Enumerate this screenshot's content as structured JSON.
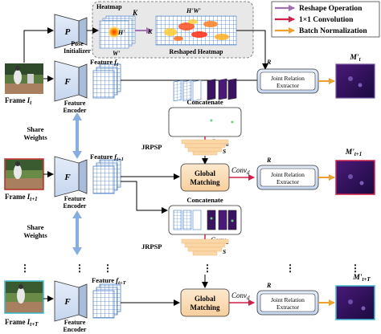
{
  "legend": {
    "items": [
      {
        "label": "Reshape Operation",
        "color": "#a070b0"
      },
      {
        "label": "1×1 Convolution",
        "color": "#d0204a"
      },
      {
        "label": "Batch Normalization",
        "color": "#f0a030"
      }
    ]
  },
  "heatmap": {
    "title": "Heatmap",
    "k_label": "K",
    "h_label": "H'",
    "w_label": "W'",
    "hw_label": "H'W'",
    "k_side_label": "K",
    "caption": "Reshaped Heatmap"
  },
  "pose_initializer": {
    "symbol": "P",
    "label_line1": "Pose",
    "label_line2": "Initializer"
  },
  "encoder": {
    "symbol": "F",
    "label_line1": "Feature",
    "label_line2": "Encoder"
  },
  "rows": [
    {
      "frame_prefix": "Frame",
      "frame_sub": "I",
      "frame_idx": "t",
      "feature_prefix": "Feature",
      "feature_sym": "f",
      "feature_idx": "t",
      "output_label": "M'",
      "output_idx": "t"
    },
    {
      "frame_prefix": "Frame",
      "frame_sub": "I",
      "frame_idx": "t+1",
      "feature_prefix": "Feature",
      "feature_sym": "f",
      "feature_idx": "t+1",
      "output_label": "M'",
      "output_idx": "t+1"
    },
    {
      "frame_prefix": "Frame",
      "frame_sub": "I",
      "frame_idx": "t+T",
      "feature_prefix": "Feature",
      "feature_sym": "f",
      "feature_idx": "t+T",
      "output_label": "M'",
      "output_idx": "t+T"
    }
  ],
  "share_weights": {
    "line1": "Share",
    "line2": "Weights"
  },
  "concatenate": "Concatenate",
  "conv_a": {
    "base": "Conv",
    "sub": "a"
  },
  "conv_d": {
    "base": "Conv",
    "sub": "d"
  },
  "jrpsp": "JRPSP",
  "s_label": "S",
  "global_matching": {
    "line1": "Global",
    "line2": "Matching"
  },
  "jre": {
    "r_label": "R",
    "line1": "Joint Relation",
    "line2": "Extractor"
  },
  "ellipsis": "⋮"
}
